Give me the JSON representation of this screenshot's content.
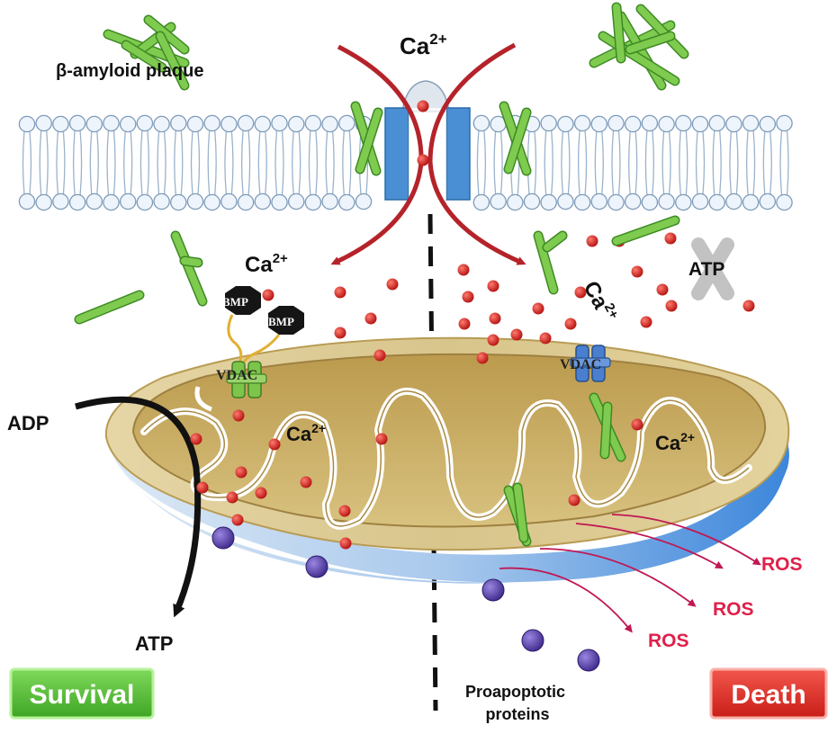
{
  "labels": {
    "plaque": "β-amyloid plaque",
    "ca_top": "Ca",
    "ca_left": "Ca",
    "ca_right": "Ca",
    "ca_mito_left": "Ca",
    "ca_mito_right": "Ca",
    "ca_sup": "2+",
    "atp_blocked": "ATP",
    "bmp1": "BMP",
    "bmp2": "BMP",
    "vdac_left": "VDAC",
    "vdac_right": "VDAC",
    "adp": "ADP",
    "atp_out": "ATP",
    "ros1": "ROS",
    "ros2": "ROS",
    "ros3": "ROS",
    "proapoptotic_line1": "Proapoptotic",
    "proapoptotic_line2": "proteins"
  },
  "outcomes": {
    "survival": "Survival",
    "death": "Death"
  },
  "colors": {
    "amyloid": "#6cc043",
    "calcium": "#d21f1f",
    "channel": "#4a8fd4",
    "membrane_head": "#eef4fb",
    "mito_outer": "#d9c486",
    "mito_matrix": "#c9ad63",
    "survival_bg": "#5ec43a",
    "death_bg": "#e8332a",
    "ros": "#e0204a",
    "proapoptotic_protein": "#5b3fa6",
    "arrow_red": "#b5232a"
  },
  "icons": {
    "plaque": "amyloid-fibril-icon",
    "blocked_atp": "cross-out-icon",
    "bmp": "octagon-icon"
  }
}
